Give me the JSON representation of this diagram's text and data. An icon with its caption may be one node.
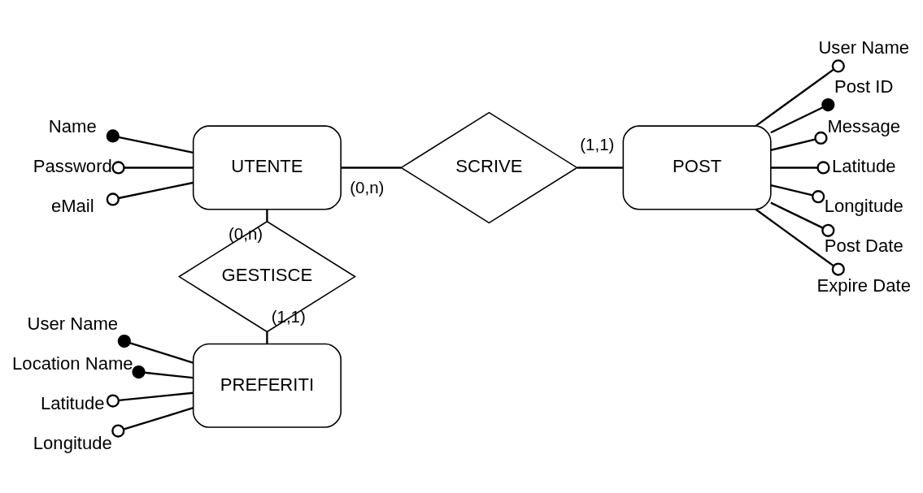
{
  "diagram": {
    "nodes": [
      {
        "text": [
          "Name"
        ]
      },
      {
        "text": [
          "Password"
        ]
      },
      {
        "text": [
          "eMail"
        ]
      },
      {
        "text": [
          "UTENTE"
        ]
      },
      {
        "text": [
          "SCRIVE"
        ]
      },
      {
        "text": [
          "POST"
        ]
      },
      {
        "text": [
          "User Name"
        ]
      },
      {
        "text": [
          "Post ID"
        ]
      },
      {
        "text": [
          "Message"
        ]
      },
      {
        "text": [
          "Latitude"
        ]
      },
      {
        "text": [
          "Longitude"
        ]
      },
      {
        "text": [
          "Post Date"
        ]
      },
      {
        "text": [
          "Expire Date"
        ]
      },
      {
        "text": [
          "GESTISCE"
        ]
      },
      {
        "text": [
          "User Name"
        ]
      },
      {
        "text": [
          "Location Name"
        ]
      },
      {
        "text": [
          "Latitude"
        ]
      },
      {
        "text": [
          "Longitude"
        ]
      },
      {
        "text": [
          "PREFERITI"
        ]
      }
    ],
    "edges": [
      {
        "from": 0,
        "to": 3,
        "arrow": "other"
      },
      {
        "from": 1,
        "to": 3,
        "arrow": "other"
      },
      {
        "from": 2,
        "to": 3,
        "arrow": "other"
      },
      {
        "from": 3,
        "to": 4,
        "arrow": "none",
        "label": "(0,n)"
      },
      {
        "from": 4,
        "to": 5,
        "arrow": "none",
        "label": "(1,1)"
      },
      {
        "from": 5,
        "to": 6,
        "arrow": "other"
      },
      {
        "from": 5,
        "to": 7,
        "arrow": "other"
      },
      {
        "from": 5,
        "to": 8,
        "arrow": "other"
      },
      {
        "from": 5,
        "to": 9,
        "arrow": "other"
      },
      {
        "from": 5,
        "to": 10,
        "arrow": "other"
      },
      {
        "from": 5,
        "to": 11,
        "arrow": "other"
      },
      {
        "from": 5,
        "to": 12,
        "arrow": "other"
      },
      {
        "from": 3,
        "to": 13,
        "arrow": "none",
        "label": "(0,n)"
      },
      {
        "from": 13,
        "to": 18,
        "arrow": "none",
        "label": "(1,1)"
      },
      {
        "from": 14,
        "to": 18,
        "arrow": "other"
      },
      {
        "from": 15,
        "to": 18,
        "arrow": "other"
      },
      {
        "from": 16,
        "to": 18,
        "arrow": "other"
      },
      {
        "from": 17,
        "to": 18,
        "arrow": "other"
      }
    ]
  }
}
